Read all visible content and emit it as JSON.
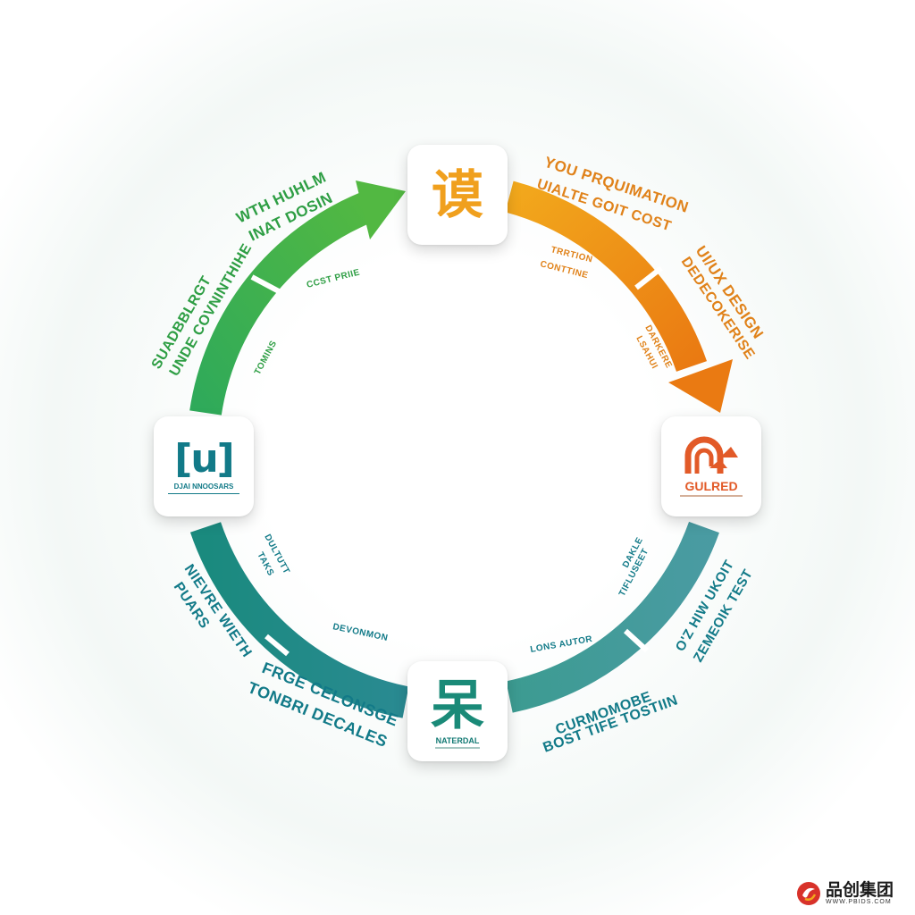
{
  "cards": {
    "top": {
      "glyph": "谟"
    },
    "right": {
      "caption": "GULRED"
    },
    "bottom": {
      "glyph": "呆",
      "caption": "NATERDAL"
    },
    "left": {
      "mark": "[u]",
      "caption": "DJAI NNOOSARS"
    }
  },
  "labels": {
    "top_right_1": "YOU PRQUIMATION",
    "top_right_2": "UIALTE GOIT COST",
    "right_1": "UI/UX DESIGN",
    "right_2": "DEDECOKERISE",
    "inner_top_right_1": "TRRTION",
    "inner_top_right_2": "CONTTINE",
    "inner_right_1": "DARKERE",
    "inner_right_2": "LSAHUI",
    "bottom_right_1": "O'Z HIW UKOIT",
    "bottom_right_2": "ZEMEOIK TEST",
    "inner_bottom_right_1": "DAKLE",
    "inner_bottom_right_2": "TIFLUSEET",
    "inner_bottom_right_3": "LONS AUTOR",
    "bottom_1": "CURMOMOBE",
    "bottom_2": "BOST TIFE TOSTIIN",
    "inner_bottom": "DEVONMON",
    "bottom_left_1": "FRGE CELONSGE",
    "bottom_left_2": "TONBRI DECALES",
    "left_lower_1": "NIEVRE WIETH",
    "left_lower_2": "PUARS",
    "inner_left_lower_1": "DULTUTT",
    "inner_left_lower_2": "TAKS",
    "left_upper_1": "SUADBBLRGT",
    "left_upper_2": "UNDE COVNINTHIHE",
    "inner_left_upper": "TOMINS",
    "top_left_1": "WTH HUHLM",
    "top_left_2": "INAT DOSIN",
    "inner_top_left": "CCST PRIIE"
  },
  "brand": {
    "text": "品创集团",
    "url": "WWW.PBIDS.COM"
  },
  "colors": {
    "green": "#3cb04e",
    "orange": "#ee8c1c",
    "teal": "#1a8a88",
    "orange_text": "#e0821a",
    "green_text": "#2e9e44",
    "teal_text": "#127a88",
    "brand_red": "#d8322a"
  }
}
